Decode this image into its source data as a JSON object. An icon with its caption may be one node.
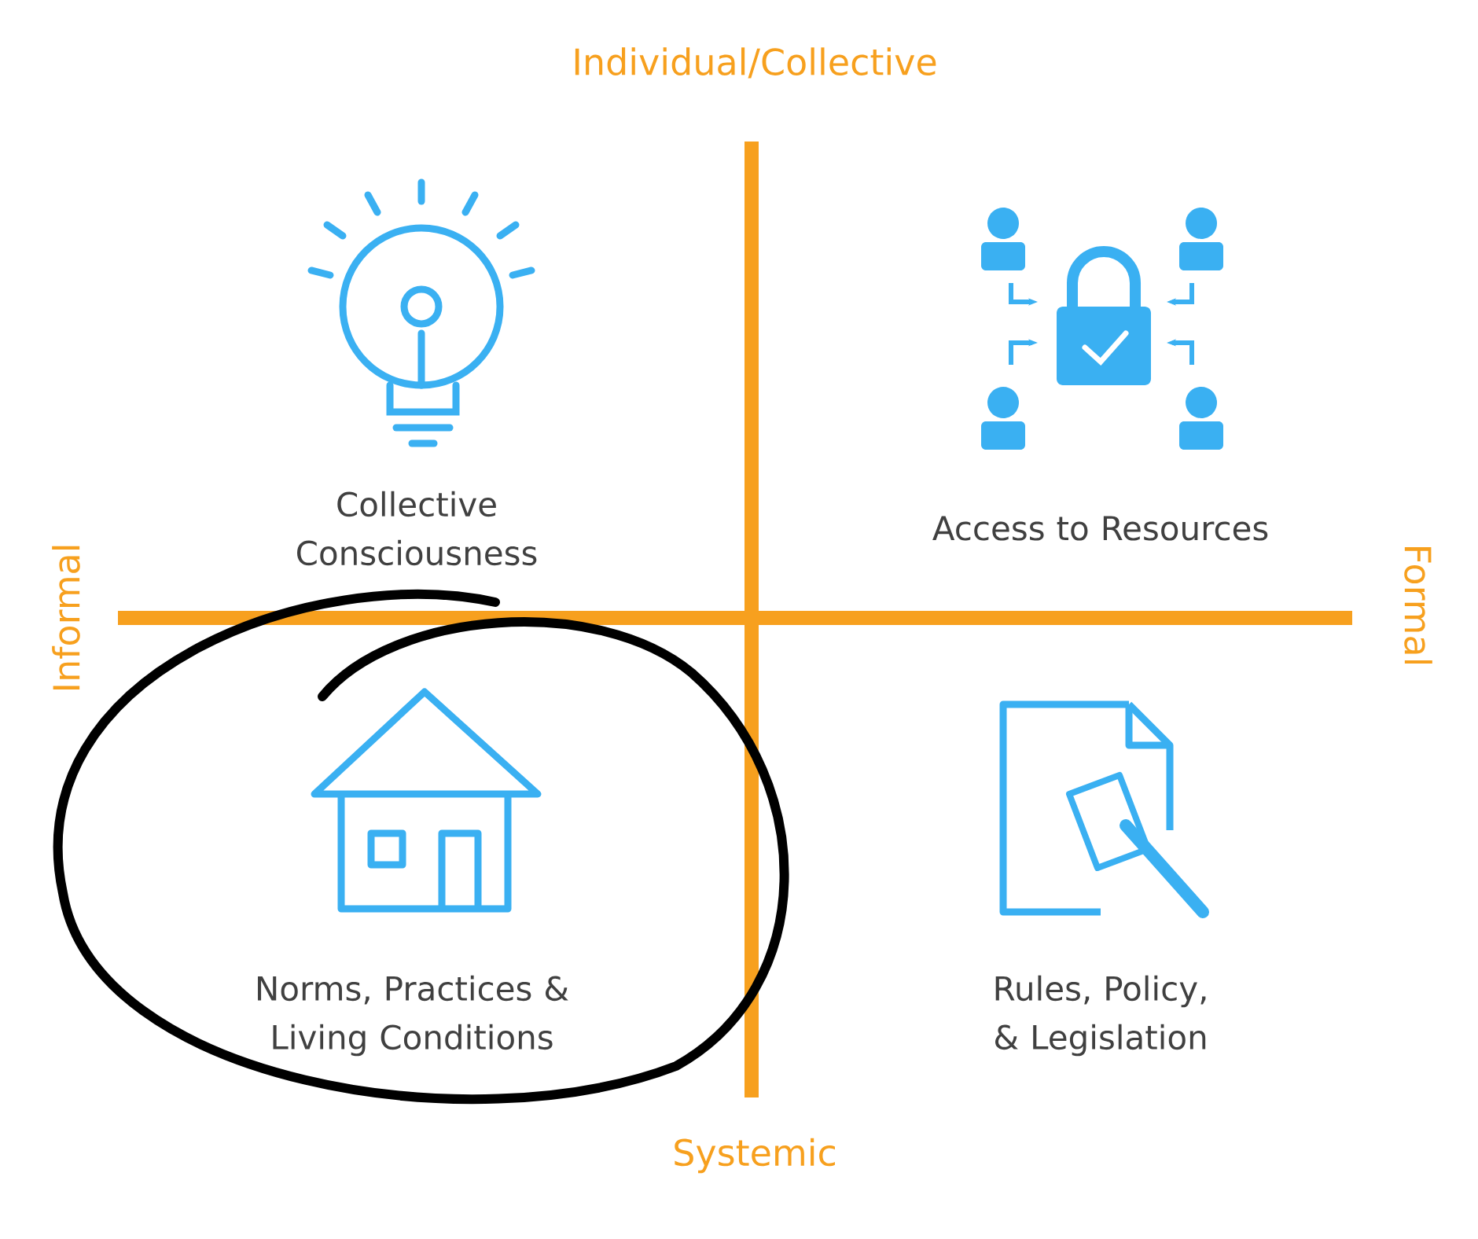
{
  "diagram": {
    "labels": [
      "Individual/Collective",
      "Collective Consciousness",
      "Access to Resources",
      "Informal",
      "Formal",
      "Norms, Practices & Living Conditions",
      "Rules, Policy, & Legislation",
      "Systemic"
    ]
  }
}
